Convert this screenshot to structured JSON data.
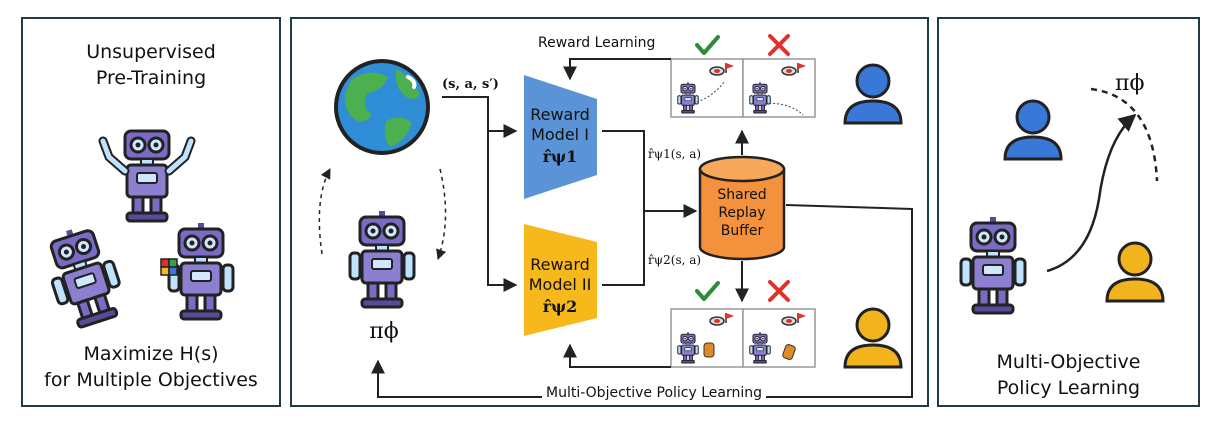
{
  "left_panel": {
    "title_line1": "Unsupervised",
    "title_line2": "Pre-Training",
    "caption_line1": "Maximize H(s)",
    "caption_line2": "for Multiple Objectives"
  },
  "center_panel": {
    "reward_learning": "Reward Learning",
    "transition_label": "(s, a, s′)",
    "reward_model_1_line1": "Reward",
    "reward_model_1_line2": "Model I",
    "reward_model_1_symbol": "r̂ψ1",
    "reward_model_2_line1": "Reward",
    "reward_model_2_line2": "Model II",
    "reward_model_2_symbol": "r̂ψ2",
    "reward_1_output": "r̂ψ1(s, a)",
    "reward_2_output": "r̂ψ2(s, a)",
    "buffer_line1": "Shared",
    "buffer_line2": "Replay",
    "buffer_line3": "Buffer",
    "policy_label": "πϕ",
    "policy_learning": "Multi-Objective Policy Learning",
    "accept_symbol": "✔",
    "reject_symbol": "✕"
  },
  "right_panel": {
    "policy_label": "πϕ",
    "caption_line1": "Multi-Objective",
    "caption_line2": "Policy Learning"
  },
  "colors": {
    "reward_model_1": "#5b94d6",
    "reward_model_2": "#f7b81b",
    "buffer": "#f4913d",
    "person_blue": "#3a78d8",
    "person_yellow": "#f2b41c",
    "robot_purple": "#7a6bc4",
    "check_green": "#2e8b3a",
    "cross_red": "#e0322a"
  },
  "icons": [
    "earth-icon",
    "robot-icon",
    "person-icon",
    "check-icon",
    "cross-icon",
    "target-icon",
    "flag-icon",
    "cube-icon"
  ]
}
